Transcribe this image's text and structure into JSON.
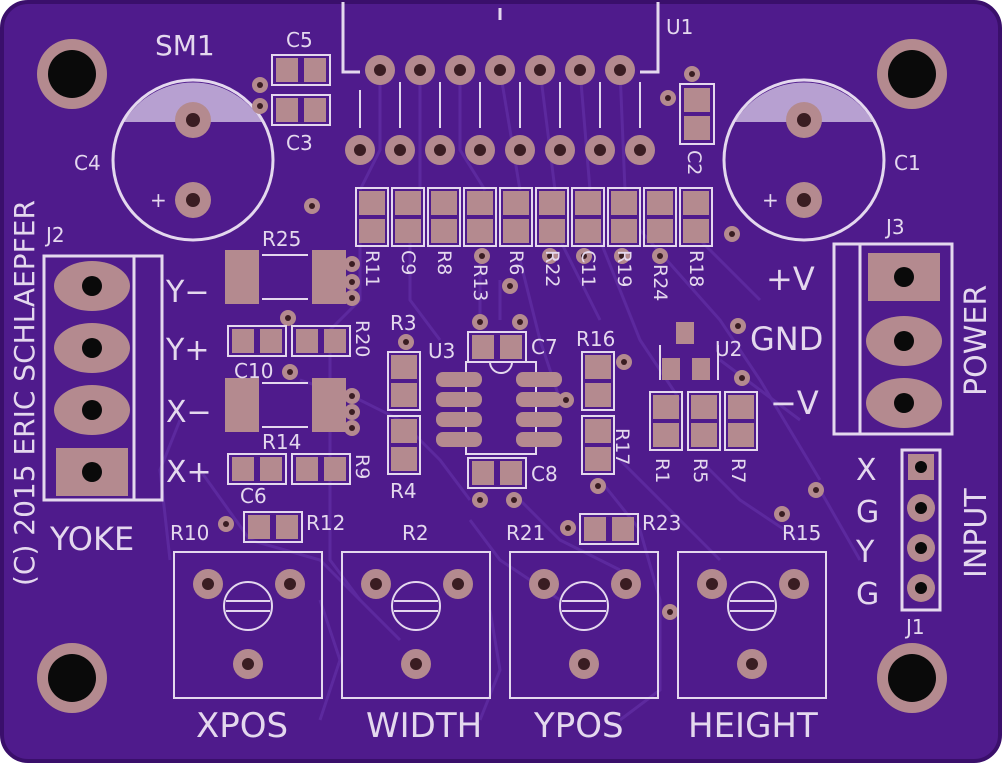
{
  "colors": {
    "board": "#4f1b8c",
    "board_edge": "#3a0f6b",
    "trace": "#5e2ba0",
    "silk": "#e4d8ee",
    "pad": "#b48a8f",
    "pad_hole": "#3a1d22",
    "mount_hole": "#0a0a0a"
  },
  "labels": {
    "sm1": "SM1",
    "u1": "U1",
    "u2": "U2",
    "u3": "U3",
    "c1": "C1",
    "c2": "C2",
    "c3": "C3",
    "c4": "C4",
    "c5": "C5",
    "c6": "C6",
    "c7": "C7",
    "c8": "C8",
    "c9": "C9",
    "c10": "C10",
    "c11": "C11",
    "j1": "J1",
    "j2": "J2",
    "j3": "J3",
    "r1": "R1",
    "r2": "R2",
    "r3": "R3",
    "r4": "R4",
    "r5": "R5",
    "r6": "R6",
    "r7": "R7",
    "r8": "R8",
    "r9": "R9",
    "r10": "R10",
    "r11": "R11",
    "r12": "R12",
    "r13": "R13",
    "r14": "R14",
    "r15": "R15",
    "r16": "R16",
    "r17": "R17",
    "r18": "R18",
    "r19": "R19",
    "r20": "R20",
    "r21": "R21",
    "r22": "R22",
    "r23": "R23",
    "r24": "R24",
    "r25": "R25",
    "y_minus": "Y−",
    "y_plus": "Y+",
    "x_minus": "X−",
    "x_plus": "X+",
    "yoke": "YOKE",
    "copyright": "(C) 2015 ERIC SCHLAEPFER",
    "plus_v": "+V",
    "gnd": "GND",
    "minus_v": "−V",
    "power": "POWER",
    "input": "INPUT",
    "in_x": "X",
    "in_g1": "G",
    "in_y": "Y",
    "in_g2": "G",
    "xpos": "XPOS",
    "width": "WIDTH",
    "ypos": "YPOS",
    "height": "HEIGHT",
    "plus_c4": "+",
    "plus_c1": "+"
  }
}
